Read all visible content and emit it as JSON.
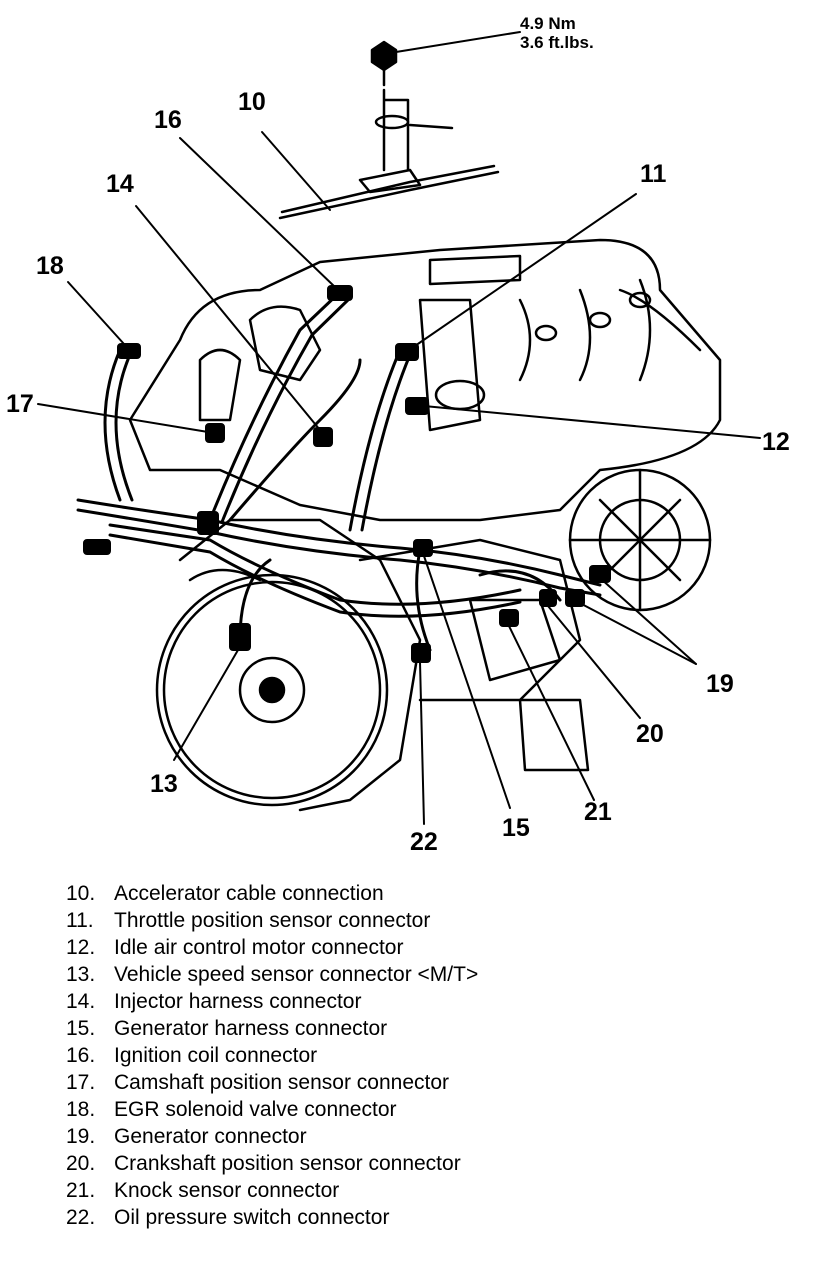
{
  "torque_spec": {
    "line1": "4.9 Nm",
    "line2": "3.6 ft.lbs."
  },
  "callouts": {
    "c10": "10",
    "c11": "11",
    "c12": "12",
    "c13": "13",
    "c14": "14",
    "c15": "15",
    "c16": "16",
    "c17": "17",
    "c18": "18",
    "c19": "19",
    "c20": "20",
    "c21": "21",
    "c22": "22"
  },
  "legend": [
    {
      "num": "10.",
      "text": "Accelerator cable connection"
    },
    {
      "num": "11.",
      "text": "Throttle position sensor connector"
    },
    {
      "num": "12.",
      "text": "Idle air control motor connector"
    },
    {
      "num": "13.",
      "text": "Vehicle speed sensor connector <M/T>"
    },
    {
      "num": "14.",
      "text": "Injector harness connector"
    },
    {
      "num": "15.",
      "text": "Generator harness connector"
    },
    {
      "num": "16.",
      "text": "Ignition coil connector"
    },
    {
      "num": "17.",
      "text": "Camshaft position sensor connector"
    },
    {
      "num": "18.",
      "text": "EGR solenoid valve connector"
    },
    {
      "num": "19.",
      "text": "Generator connector"
    },
    {
      "num": "20.",
      "text": "Crankshaft position sensor connector"
    },
    {
      "num": "21.",
      "text": "Knock sensor connector"
    },
    {
      "num": "22.",
      "text": "Oil pressure switch connector"
    }
  ]
}
